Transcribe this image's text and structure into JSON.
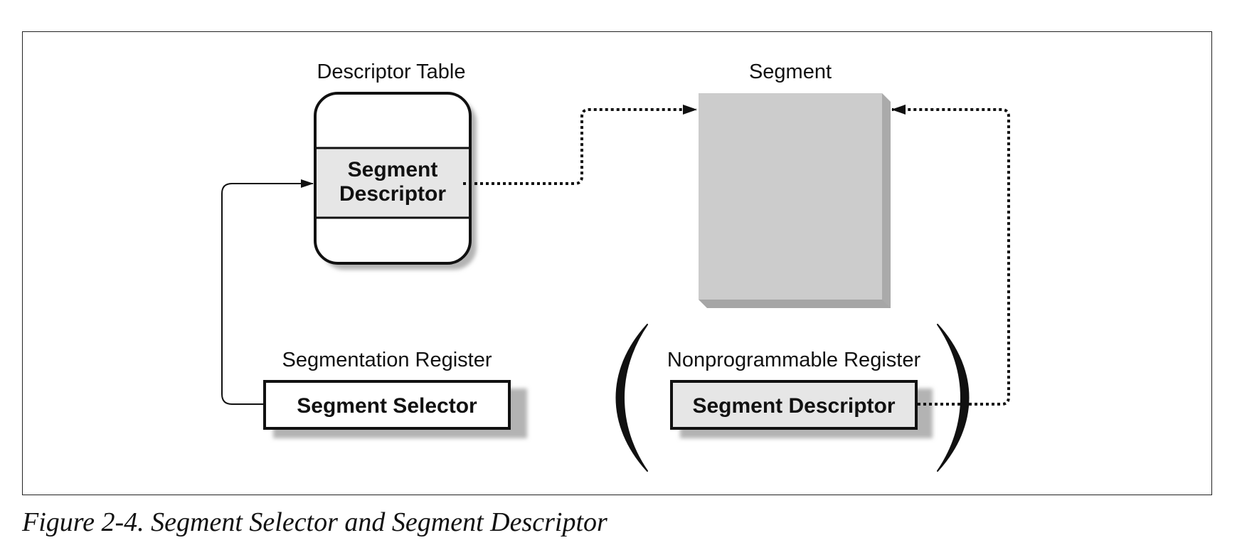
{
  "descriptor_table": {
    "title": "Descriptor Table",
    "entry_label_line1": "Segment",
    "entry_label_line2": "Descriptor"
  },
  "segment": {
    "title": "Segment",
    "fill_color": "#cccccc"
  },
  "segmentation_register": {
    "title": "Segmentation Register",
    "content": "Segment Selector"
  },
  "nonprogrammable_register": {
    "title": "Nonprogrammable Register",
    "content": "Segment Descriptor"
  },
  "caption": "Figure 2-4. Segment Selector and Segment Descriptor",
  "colors": {
    "stroke": "#111111",
    "shadow": "#b3b3b3",
    "highlight": "#e6e6e6",
    "segment_side": "#aaaaaa"
  }
}
